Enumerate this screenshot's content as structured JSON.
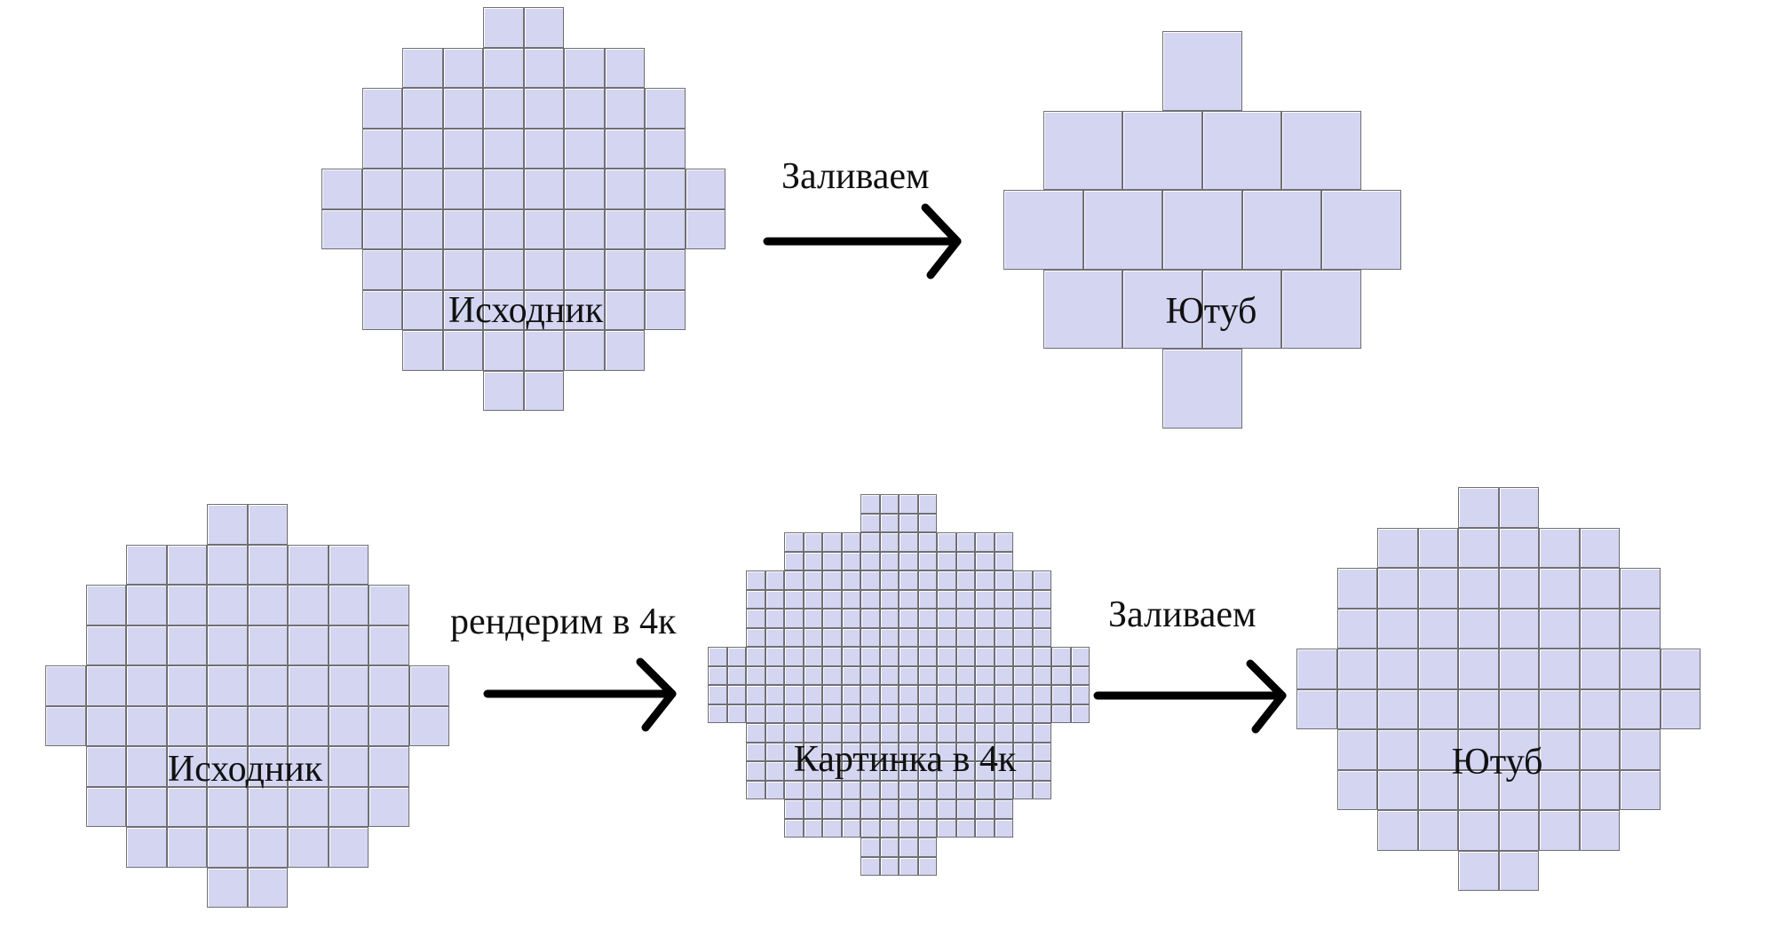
{
  "colors": {
    "tile_fill": "#d3d5f1",
    "tile_border": "#6f6f75",
    "arrow": "#000000"
  },
  "top_row": {
    "source_label": "Исходник",
    "fill_caption": "Заливаем",
    "youtube_label": "Ютуб"
  },
  "bottom_row": {
    "source_label": "Исходник",
    "render_caption": "рендерим в 4к",
    "render_4k_label": "Картинка в 4к",
    "fill_caption": "Заливаем",
    "youtube_label": "Ютуб"
  }
}
